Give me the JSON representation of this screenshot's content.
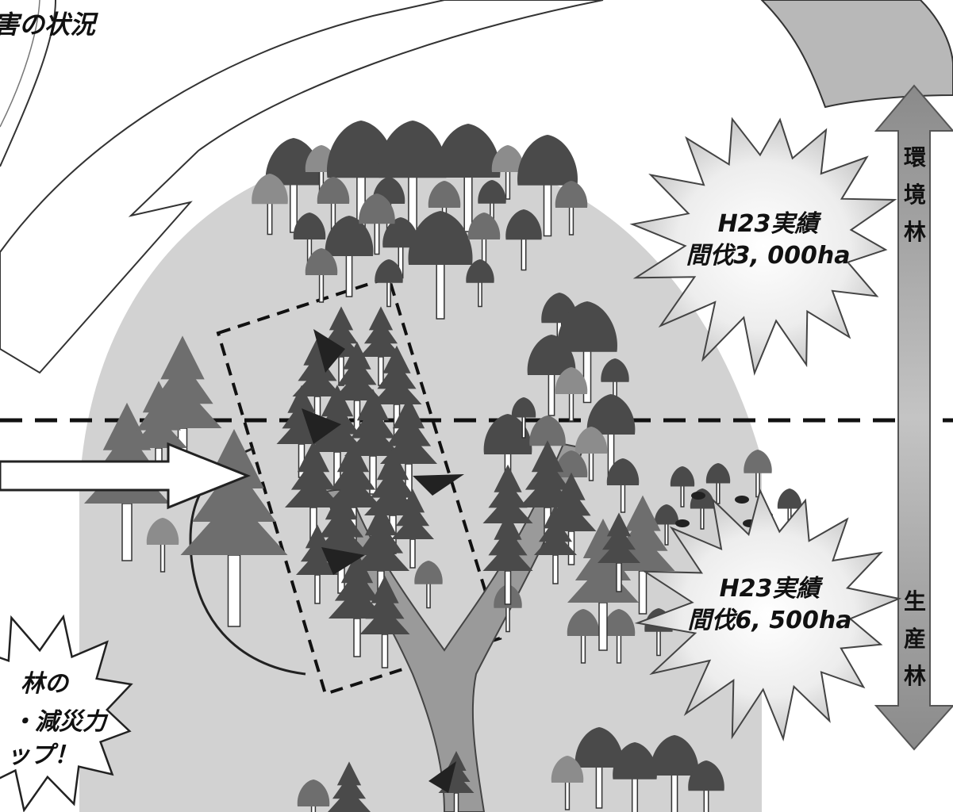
{
  "header": {
    "title_fragment": "害の状況"
  },
  "zones": {
    "environment": {
      "label_chars": [
        "環",
        "境",
        "林"
      ]
    },
    "production": {
      "label_chars": [
        "生",
        "産",
        "林"
      ]
    }
  },
  "callouts": {
    "environment": {
      "line1": "H23実績",
      "line2": "間伐3, 000ha"
    },
    "production": {
      "line1": "H23実績",
      "line2": "間伐6, 500ha"
    },
    "left": {
      "line1": "林の",
      "line2": "・減災力",
      "line3": "ップ！"
    }
  },
  "colors": {
    "hill": "#d0d0d0",
    "tree_dark": "#4a4a4a",
    "tree_mid": "#6e6e6e",
    "tree_light": "#8c8c8c",
    "trunk": "#9a9a9a",
    "arrow_fill": "#a8a8a8",
    "burst_fill": "#e6e6e6"
  }
}
